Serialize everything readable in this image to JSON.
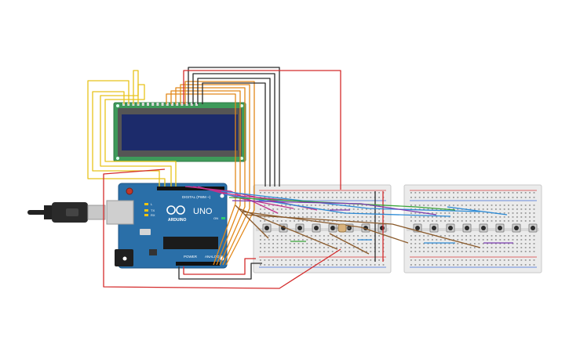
{
  "board": {
    "brand": "ARDUINO",
    "model": "UNO",
    "digital_label": "DIGITAL (PWM ~)",
    "power_label": "POWER",
    "analog_label": "ANALOG IN",
    "on_label": "ON",
    "tx_label": "TX",
    "rx_label": "RX",
    "l_label": "L"
  },
  "lcd": {
    "text_line_1": "",
    "text_line_2": ""
  },
  "breadboard_1": {
    "button_count": 8
  },
  "breadboard_2": {
    "button_count": 8
  },
  "colors": {
    "wire_red": "#d42b2b",
    "wire_black": "#2a2a2a",
    "wire_yellow": "#e8c21a",
    "wire_orange": "#e2881a",
    "wire_magenta": "#c2338a",
    "wire_blue": "#2d8bd6",
    "wire_brown": "#8a5a2b",
    "wire_purple": "#7a3bb0",
    "wire_green": "#3aa53a",
    "arduino_blue": "#2a6fa8",
    "lcd_pcb": "#3e9a5a",
    "lcd_screen": "#1c2b6b",
    "breadboard": "#e9e9e9"
  }
}
